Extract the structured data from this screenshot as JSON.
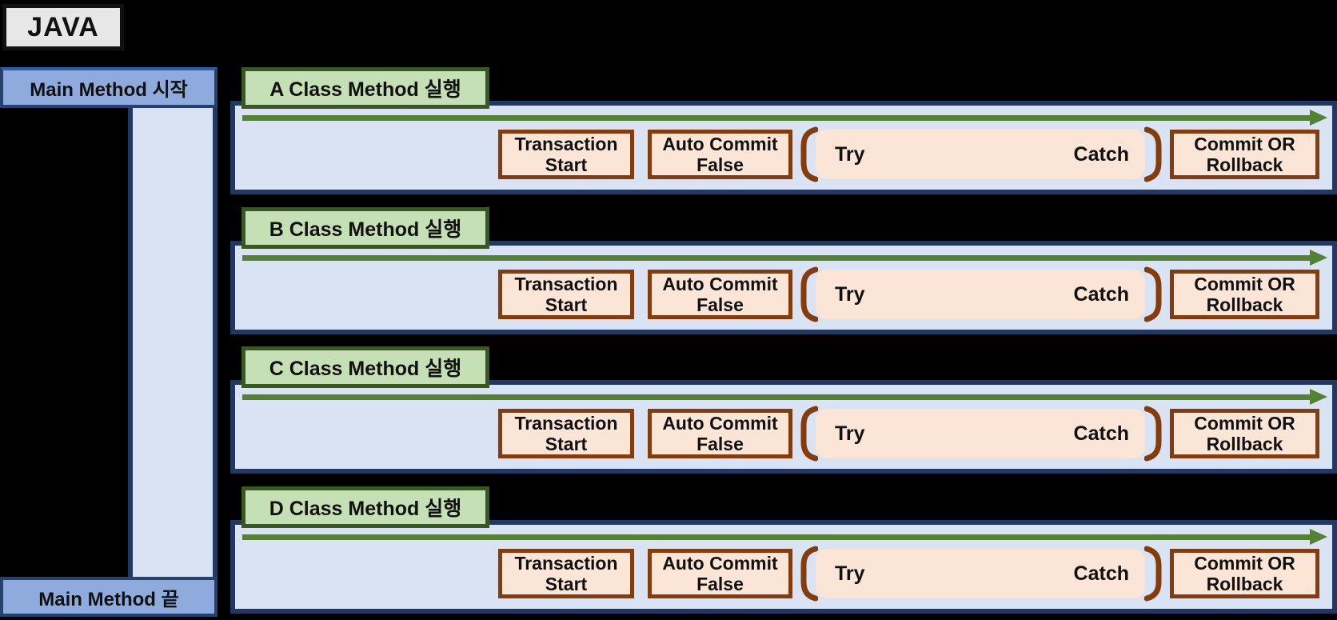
{
  "title_box": {
    "label": "JAVA"
  },
  "main_method": {
    "start_label": "Main Method 시작",
    "end_label": "Main Method 끝"
  },
  "rows": [
    {
      "header": "A Class Method 실행"
    },
    {
      "header": "B Class Method 실행"
    },
    {
      "header": "C Class Method 실행"
    },
    {
      "header": "D Class Method 실행"
    }
  ],
  "steps": {
    "transaction_line1": "Transaction",
    "transaction_line2": "Start",
    "auto_commit_line1": "Auto Commit",
    "auto_commit_line2": "False",
    "try_label": "Try",
    "catch_label": "Catch",
    "commit_line1": "Commit OR",
    "commit_line2": "Rollback"
  },
  "colors": {
    "background": "#000000",
    "java_fill": "#e7e7e7",
    "blue_fill": "#8faadc",
    "light_blue_fill": "#dae3f3",
    "navy_border": "#1f3864",
    "green_fill": "#c5e0b4",
    "green_border": "#385723",
    "arrow_green": "#538135",
    "peach_fill": "#fbe5d6",
    "brown_border": "#843c0c"
  }
}
